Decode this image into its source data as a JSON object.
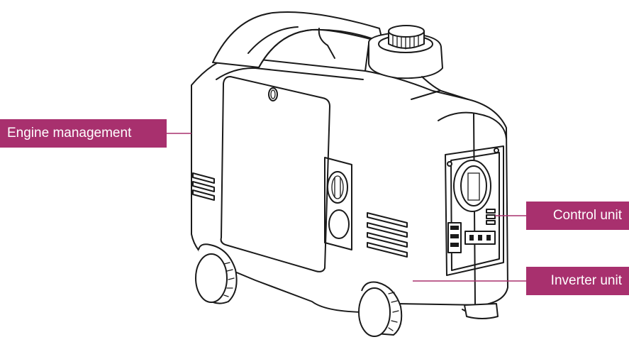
{
  "labels": {
    "engine_management": "Engine management",
    "control_unit": "Control unit",
    "inverter_unit": "Inverter unit"
  },
  "colors": {
    "label_background": "#a8306e",
    "label_text": "#ffffff",
    "outline": "#1a1a1a",
    "background": "#ffffff"
  }
}
